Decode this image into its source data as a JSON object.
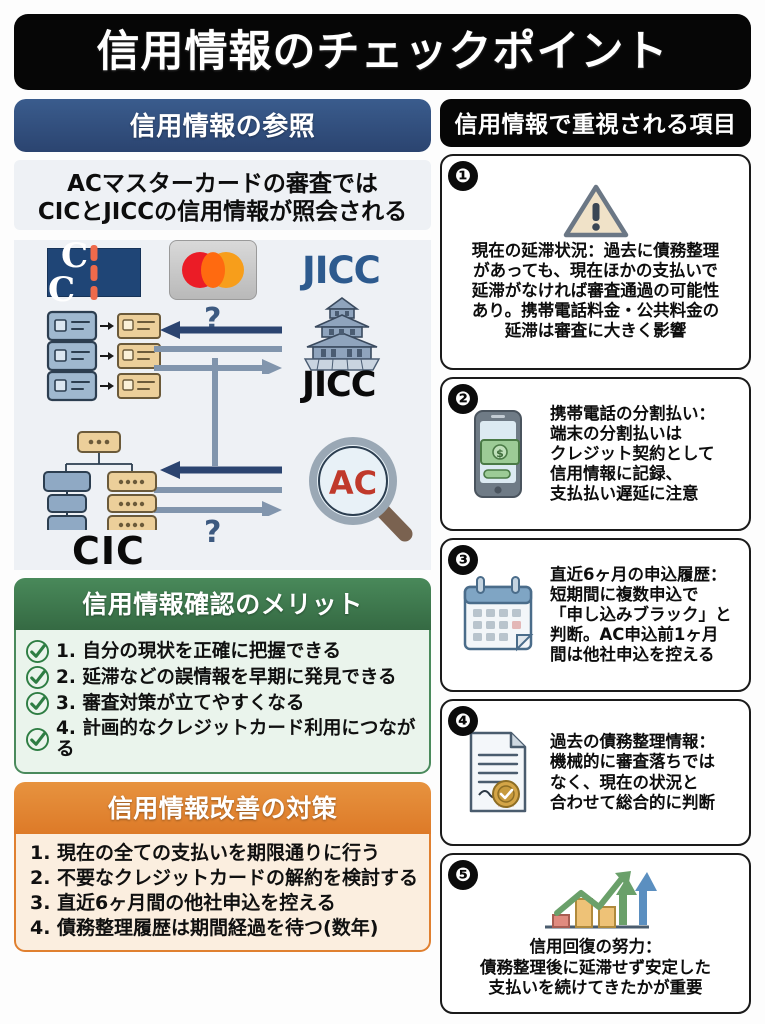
{
  "title": "信用情報のチェックポイント",
  "left": {
    "reference": {
      "heading": "信用情報の参照",
      "sub_line1": "ACマスターカードの審査では",
      "sub_line2": "CICとJICCの信用情報が照会される",
      "diagram": {
        "cic_logo_text": "C C",
        "jicc_blue_label": "JICC",
        "jicc_black_label": "JICC",
        "cic_black_label": "CIC",
        "ac_label": "AC",
        "question_top": "?",
        "question_bottom": "?"
      }
    },
    "merits": {
      "heading": "信用情報確認のメリット",
      "items": [
        "1. 自分の現状を正確に把握できる",
        "2. 延滞などの誤情報を早期に発見できる",
        "3. 審査対策が立てやすくなる",
        "4. 計画的なクレジットカード利用につながる"
      ]
    },
    "measures": {
      "heading": "信用情報改善の対策",
      "items": [
        "1. 現在の全ての支払いを期限通りに行う",
        "2. 不要なクレジットカードの解約を検討する",
        "3. 直近6ヶ月間の他社申込を控える",
        "4. 債務整理履歴は期間経過を待つ(数年)"
      ]
    }
  },
  "right": {
    "heading": "信用情報で重視される項目",
    "cards": [
      {
        "number": "❶",
        "icon": "warning-triangle-icon",
        "layout": "icon-top",
        "lines": [
          "現在の延滞状況：過去に債務整理",
          "があっても、現在ほかの支払いで",
          "延滞がなければ審査通過の可能性",
          "あり。携帯電話料金・公共料金の",
          "延滞は審査に大きく影響"
        ]
      },
      {
        "number": "❷",
        "icon": "smartphone-payment-icon",
        "layout": "icon-left",
        "lines": [
          "携帯電話の分割払い：",
          "端末の分割払いは",
          "クレジット契約として",
          "信用情報に記録、",
          "支払払い遅延に注意"
        ]
      },
      {
        "number": "❸",
        "icon": "calendar-icon",
        "layout": "icon-left",
        "lines": [
          "直近6ヶ月の申込履歴：",
          "短期間に複数申込で",
          "「申し込みブラック」と",
          "判断。AC申込前1ヶ月",
          "間は他社申込を控える"
        ]
      },
      {
        "number": "❹",
        "icon": "document-seal-icon",
        "layout": "icon-left",
        "lines": [
          "過去の債務整理情報：",
          "機械的に審査落ちでは",
          "なく、現在の状況と",
          "合わせて総合的に判断"
        ]
      },
      {
        "number": "❺",
        "icon": "growth-chart-icon",
        "layout": "icon-top",
        "lines": [
          "信用回復の努力：",
          "債務整理後に延滞せず安定した",
          "支払いを続けてきたかが重要"
        ]
      }
    ]
  },
  "colors": {
    "title_bg": "#060606",
    "reference_blue": "#2b4470",
    "merit_green": "#356a43",
    "measure_orange": "#dd7a28",
    "jicc_blue": "#2d5a8e",
    "ac_red": "#c0392b",
    "cic_navy": "#1f4576"
  }
}
